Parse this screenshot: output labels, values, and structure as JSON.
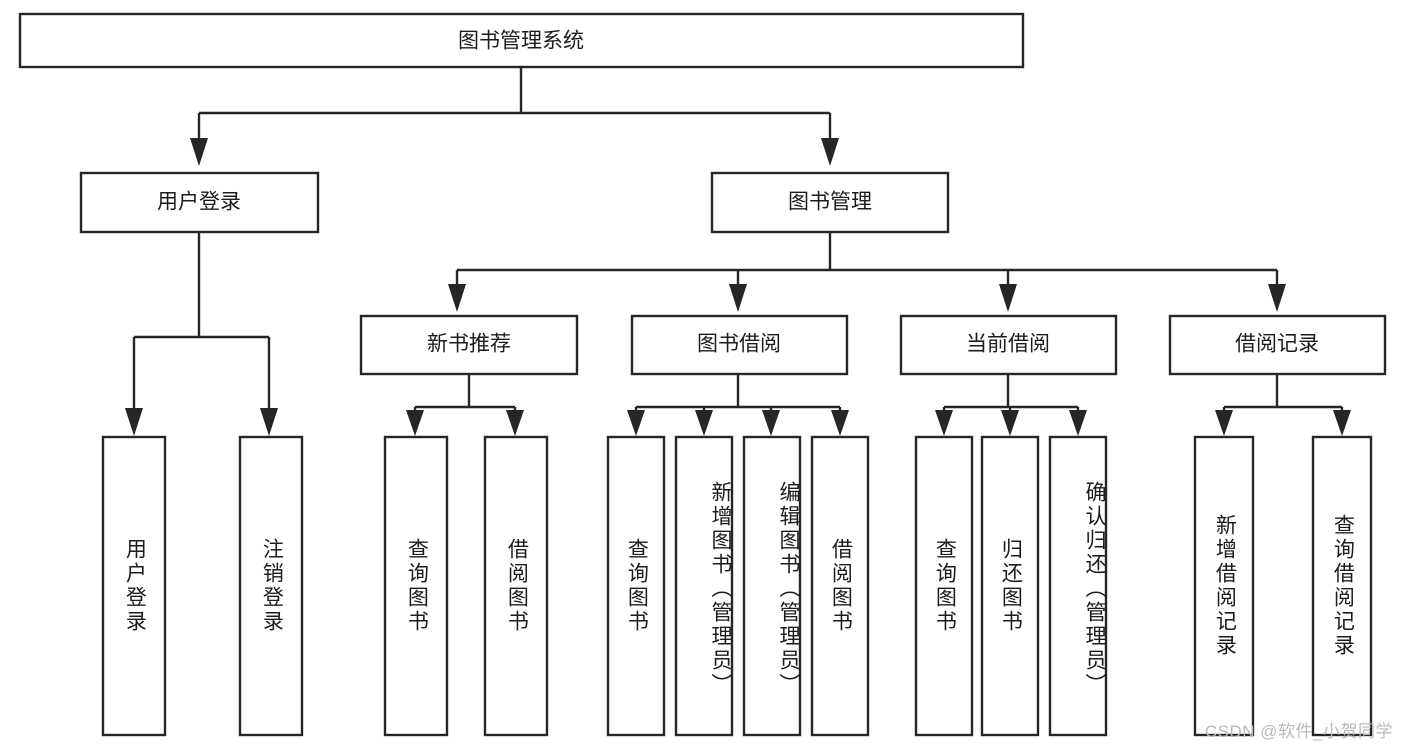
{
  "diagram": {
    "type": "tree",
    "title": "图书管理系统",
    "watermark": "CSDN @软件_小贺同学",
    "colors": {
      "stroke": "#262626",
      "box_fill": "#ffffff",
      "text": "#1c1c1c",
      "background": "#ffffff",
      "watermark": "#b9b9b9"
    },
    "root": {
      "label": "图书管理系统",
      "orientation": "horizontal"
    },
    "level2": [
      {
        "label": "用户登录",
        "orientation": "horizontal"
      },
      {
        "label": "图书管理",
        "orientation": "horizontal"
      }
    ],
    "level3": [
      {
        "label": "新书推荐",
        "orientation": "horizontal"
      },
      {
        "label": "图书借阅",
        "orientation": "horizontal"
      },
      {
        "label": "当前借阅",
        "orientation": "horizontal"
      },
      {
        "label": "借阅记录",
        "orientation": "horizontal"
      }
    ],
    "leaves": {
      "user_login": [
        {
          "label": "用户登录",
          "orientation": "vertical"
        },
        {
          "label": "注销登录",
          "orientation": "vertical"
        }
      ],
      "new_book_recommend": [
        {
          "label": "查询图书",
          "orientation": "vertical"
        },
        {
          "label": "借阅图书",
          "orientation": "vertical"
        }
      ],
      "book_borrow": [
        {
          "label": "查询图书",
          "orientation": "vertical"
        },
        {
          "label": "新增图书（管理员）",
          "orientation": "vertical"
        },
        {
          "label": "编辑图书（管理员）",
          "orientation": "vertical"
        },
        {
          "label": "借阅图书",
          "orientation": "vertical"
        }
      ],
      "current_borrow": [
        {
          "label": "查询图书",
          "orientation": "vertical"
        },
        {
          "label": "归还图书",
          "orientation": "vertical"
        },
        {
          "label": "确认归还（管理员）",
          "orientation": "vertical"
        }
      ],
      "borrow_record": [
        {
          "label": "新增借阅记录",
          "orientation": "vertical"
        },
        {
          "label": "查询借阅记录",
          "orientation": "vertical"
        }
      ]
    }
  }
}
